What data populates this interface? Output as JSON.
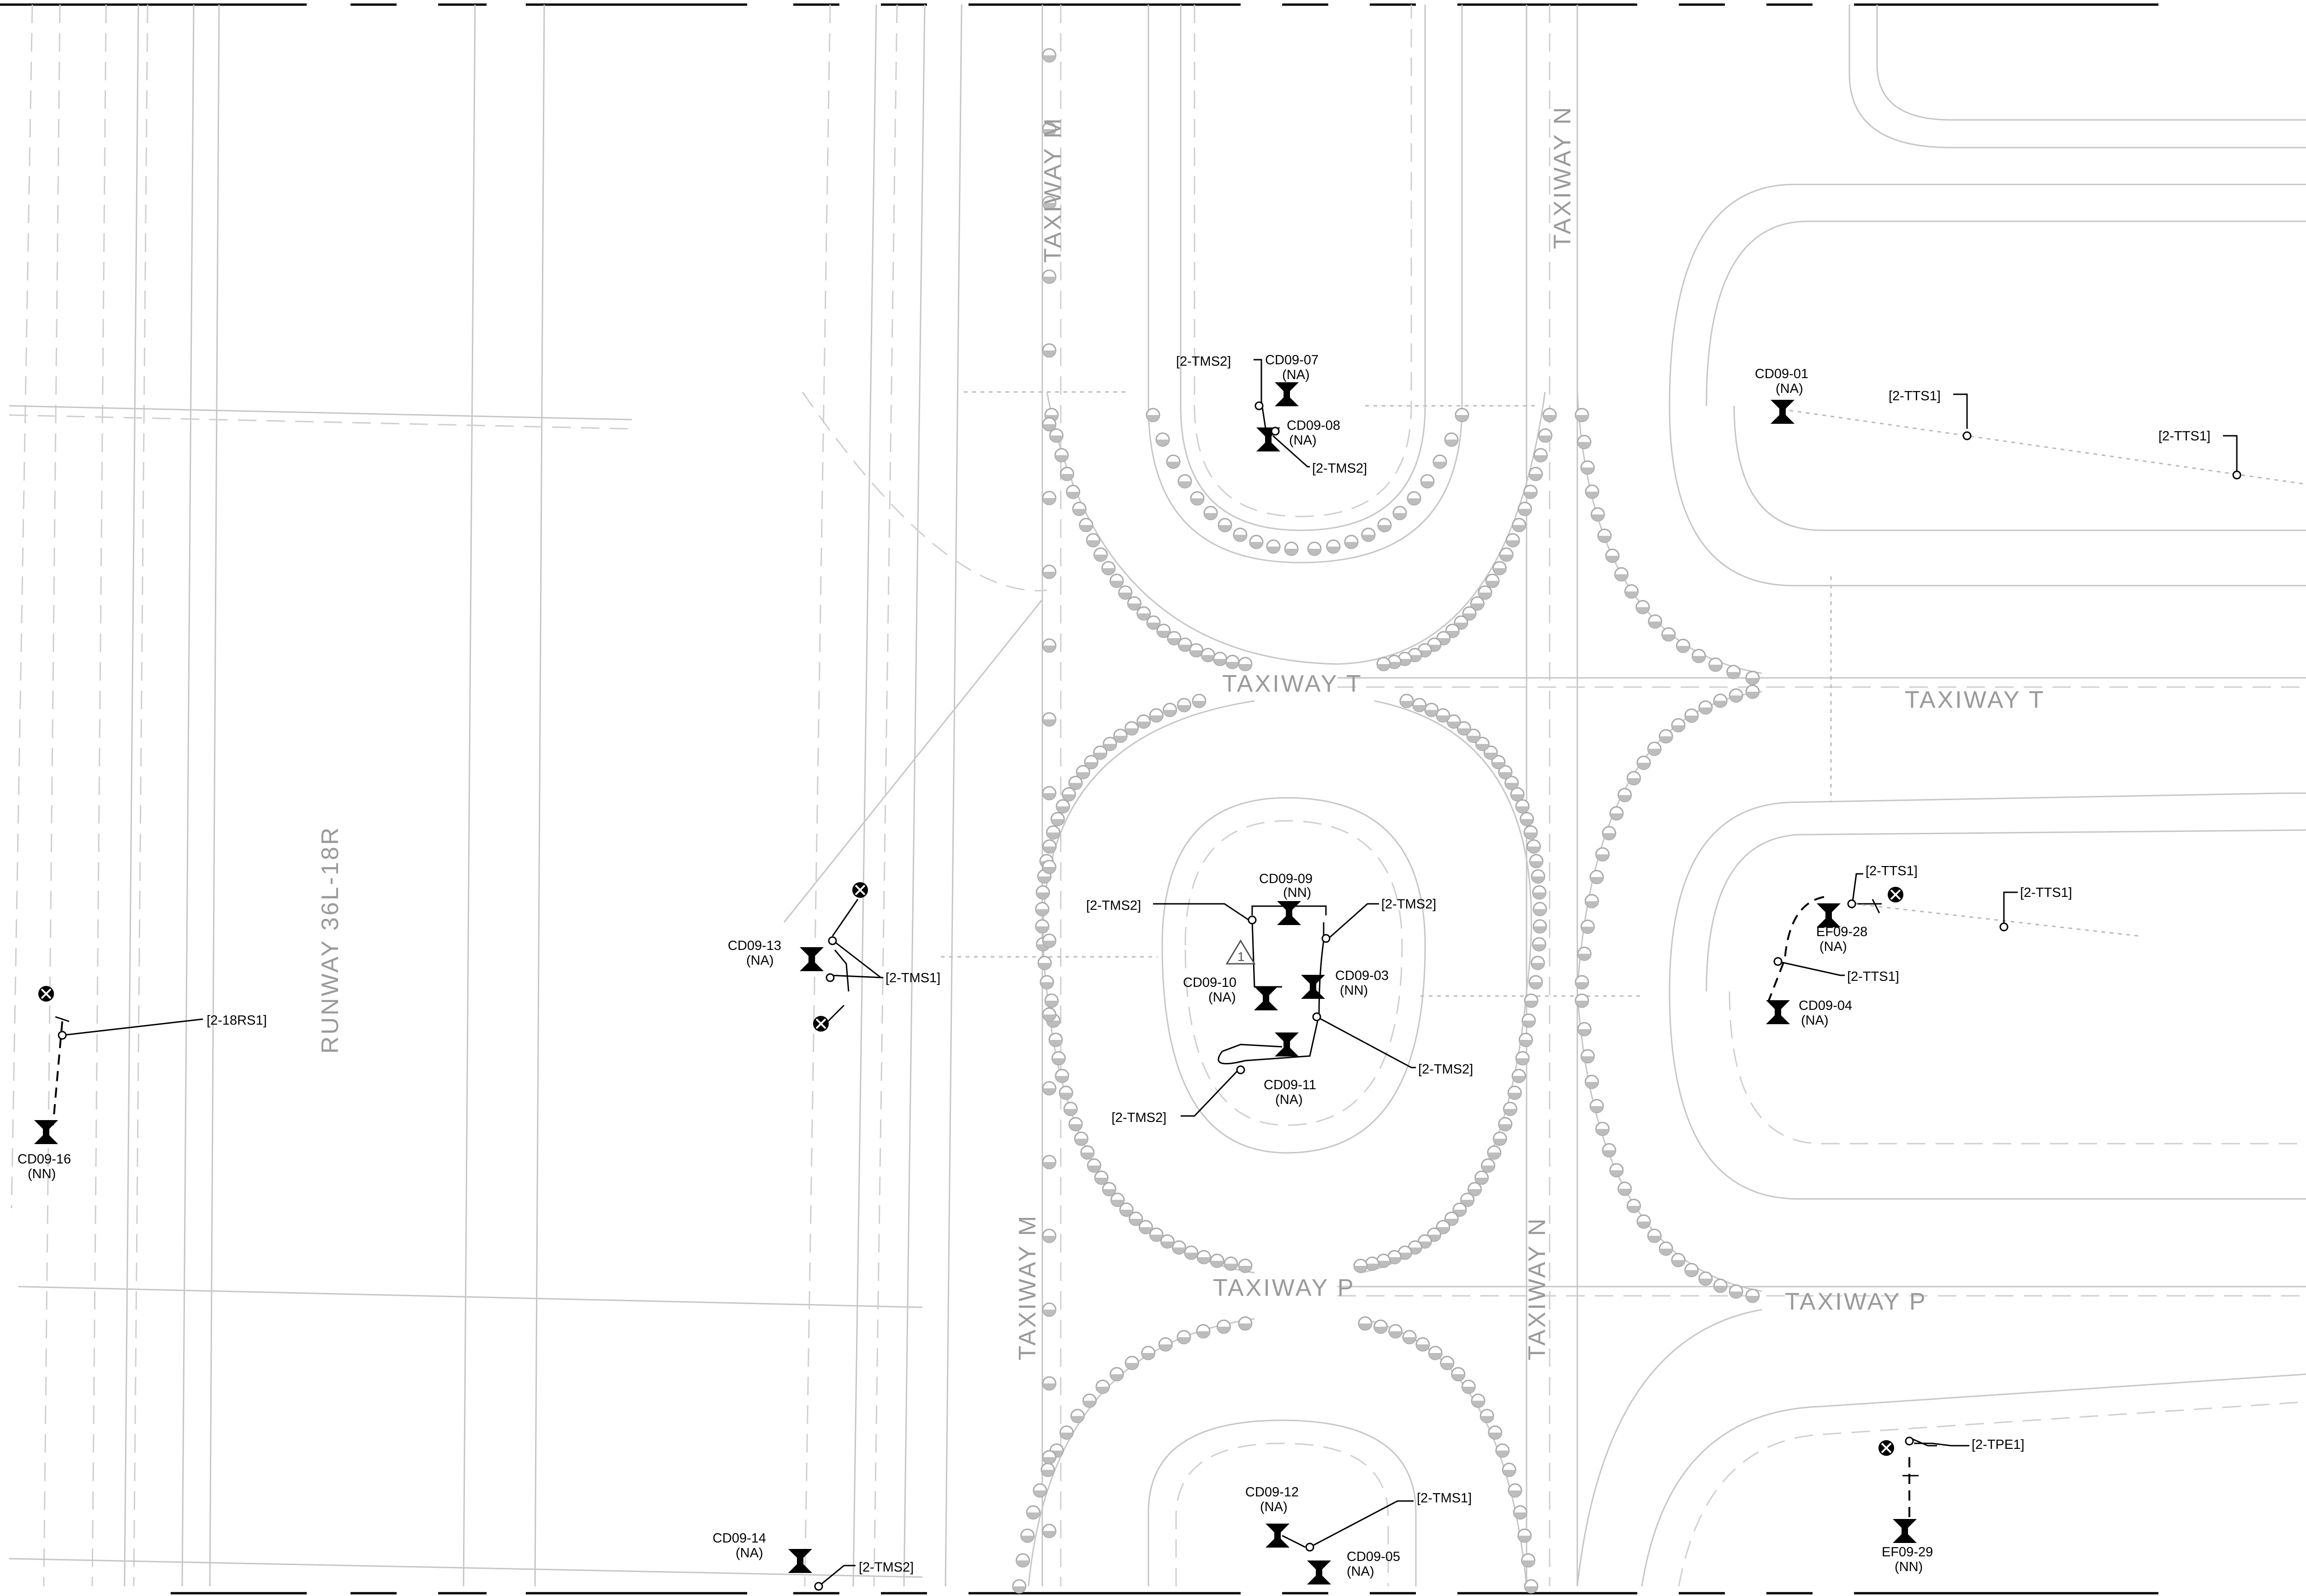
{
  "taxiway_labels": {
    "m_top": "TAXIWAY M",
    "n_top": "TAXIWAY N",
    "t_center": "TAXIWAY T",
    "t_right": "TAXIWAY T",
    "p_center": "TAXIWAY P",
    "p_right": "TAXIWAY P",
    "m_bottom": "TAXIWAY M",
    "n_bottom": "TAXIWAY N",
    "runway": "RUNWAY 36L-18R"
  },
  "devices": {
    "cd09_01": {
      "id": "CD09-01",
      "tag": "(NA)"
    },
    "cd09_03": {
      "id": "CD09-03",
      "tag": "(NN)"
    },
    "cd09_04": {
      "id": "CD09-04",
      "tag": "(NA)"
    },
    "cd09_05": {
      "id": "CD09-05",
      "tag": "(NA)"
    },
    "cd09_07": {
      "id": "CD09-07",
      "tag": "(NA)"
    },
    "cd09_08": {
      "id": "CD09-08",
      "tag": "(NA)"
    },
    "cd09_09": {
      "id": "CD09-09",
      "tag": "(NN)"
    },
    "cd09_10": {
      "id": "CD09-10",
      "tag": "(NA)"
    },
    "cd09_11": {
      "id": "CD09-11",
      "tag": "(NA)"
    },
    "cd09_12": {
      "id": "CD09-12",
      "tag": "(NA)"
    },
    "cd09_13": {
      "id": "CD09-13",
      "tag": "(NA)"
    },
    "cd09_14": {
      "id": "CD09-14",
      "tag": "(NA)"
    },
    "cd09_16": {
      "id": "CD09-16",
      "tag": "(NN)"
    },
    "ef09_28": {
      "id": "EF09-28",
      "tag": "(NA)"
    },
    "ef09_29": {
      "id": "EF09-29",
      "tag": "(NN)"
    }
  },
  "references": {
    "tms2_a": "[2-TMS2]",
    "tms2_b": "[2-TMS2]",
    "tms2_c": "[2-TMS2]",
    "tms2_d": "[2-TMS2]",
    "tms2_e": "[2-TMS2]",
    "tms2_f": "[2-TMS2]",
    "tms2_g": "[2-TMS2]",
    "tts1_a": "[2-TTS1]",
    "tts1_b": "[2-TTS1]",
    "tts1_c": "[2-TTS1]",
    "tts1_d": "[2-TTS1]",
    "tts1_e": "[2-TTS1]",
    "tms1_a": "[2-TMS1]",
    "tms1_b": "[2-TMS1]",
    "rs1": "[2-18RS1]",
    "tpe1": "[2-TPE1]"
  },
  "symbols": {
    "camera": "bowtie-camera-icon",
    "flood": "circle-x-light-icon",
    "splice": "open-circle-node-icon",
    "caution": "triangle-1-icon"
  },
  "colors": {
    "linework": "#000000",
    "background_linework": "#c6c6c6",
    "taxiway_text": "#9a9a9a",
    "edge_light": "#a9a9a9"
  }
}
